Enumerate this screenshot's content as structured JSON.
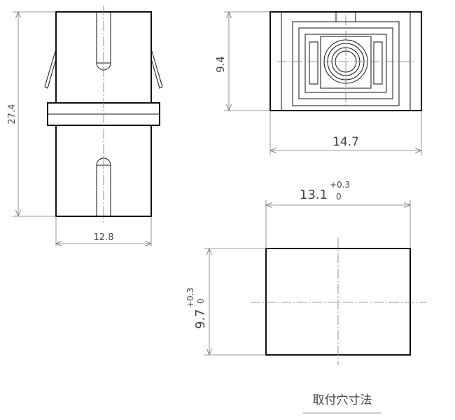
{
  "dimensions": {
    "side_height": "27.4",
    "side_width": "12.8",
    "front_height": "9.4",
    "front_width": "14.7",
    "cutout_width": "13.1",
    "cutout_width_tol_upper": "+0.3",
    "cutout_width_tol_lower": "0",
    "cutout_height": "9.7",
    "cutout_height_tol_upper": "+0.3",
    "cutout_height_tol_lower": "0"
  },
  "caption": "取付穴寸法"
}
